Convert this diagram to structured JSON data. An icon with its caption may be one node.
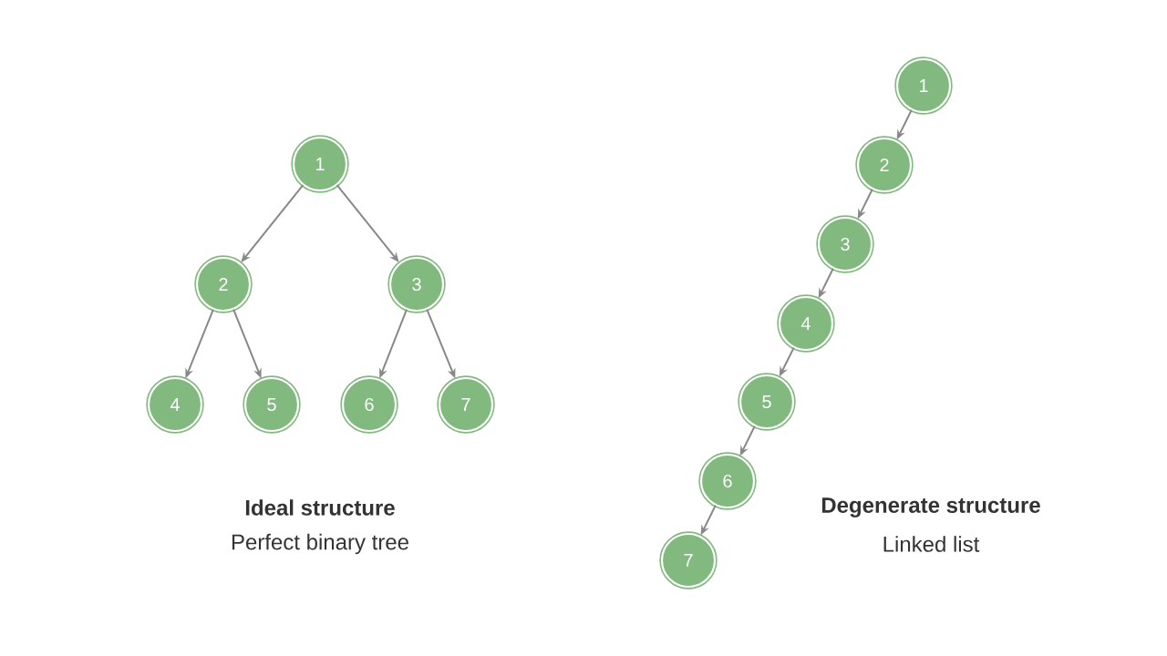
{
  "diagram": {
    "nodes": [
      {
        "text": [
          "1"
        ]
      },
      {
        "text": [
          "2"
        ]
      },
      {
        "text": [
          "3"
        ]
      },
      {
        "text": [
          "4"
        ]
      },
      {
        "text": [
          "5"
        ]
      },
      {
        "text": [
          "6"
        ]
      },
      {
        "text": [
          "7"
        ]
      },
      {
        "text": [
          "1"
        ]
      },
      {
        "text": [
          "2"
        ]
      },
      {
        "text": [
          "3"
        ]
      },
      {
        "text": [
          "4"
        ]
      },
      {
        "text": [
          "5"
        ]
      },
      {
        "text": [
          "6"
        ]
      },
      {
        "text": [
          "7"
        ]
      }
    ],
    "edges": [
      {
        "from": 0,
        "to": 1,
        "arrow": "to"
      },
      {
        "from": 0,
        "to": 2,
        "arrow": "to"
      },
      {
        "from": 1,
        "to": 3,
        "arrow": "to"
      },
      {
        "from": 1,
        "to": 4,
        "arrow": "to"
      },
      {
        "from": 2,
        "to": 5,
        "arrow": "to"
      },
      {
        "from": 2,
        "to": 6,
        "arrow": "to"
      },
      {
        "from": 7,
        "to": 8,
        "arrow": "to"
      },
      {
        "from": 8,
        "to": 9,
        "arrow": "to"
      },
      {
        "from": 9,
        "to": 10,
        "arrow": "to"
      },
      {
        "from": 10,
        "to": 11,
        "arrow": "to"
      },
      {
        "from": 11,
        "to": 12,
        "arrow": "to"
      },
      {
        "from": 12,
        "to": 13,
        "arrow": "to"
      }
    ],
    "labels": [
      "Ideal structure",
      "Perfect binary tree",
      "Degenerate structure",
      "Linked list"
    ]
  }
}
